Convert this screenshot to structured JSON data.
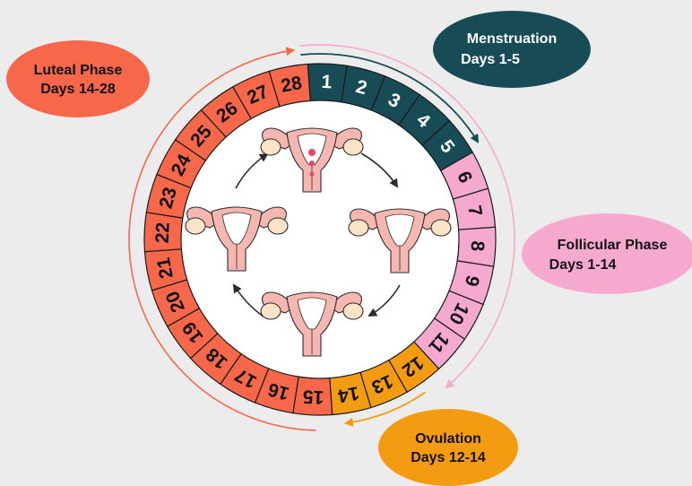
{
  "phases": {
    "menstruation": {
      "title": "Menstruation",
      "days_label": "Days 1-5",
      "color": "#174b56",
      "text_color": "#ffffff",
      "start": 1,
      "end": 5
    },
    "follicular": {
      "title": "Follicular Phase",
      "days_label": "Days 1-14",
      "color": "#f6a9cf",
      "text_color": "#111111",
      "start": 6,
      "end": 11
    },
    "ovulation": {
      "title": "Ovulation",
      "days_label": "Days 12-14",
      "color": "#f39c12",
      "text_color": "#111111",
      "start": 12,
      "end": 14
    },
    "luteal": {
      "title": "Luteal Phase",
      "days_label": "Days 14-28",
      "color": "#f7674a",
      "text_color": "#111111",
      "start": 15,
      "end": 28
    }
  },
  "days": [
    "1",
    "2",
    "3",
    "4",
    "5",
    "6",
    "7",
    "8",
    "9",
    "10",
    "11",
    "12",
    "13",
    "14",
    "15",
    "16",
    "17",
    "18",
    "19",
    "20",
    "21",
    "22",
    "23",
    "24",
    "25",
    "26",
    "27",
    "28"
  ],
  "illustrations": [
    {
      "name": "uterus-illustration-menstruation",
      "phase": "menstruation",
      "shows_bleeding": true
    },
    {
      "name": "uterus-illustration-follicular",
      "phase": "follicular",
      "shows_bleeding": false
    },
    {
      "name": "uterus-illustration-ovulation",
      "phase": "ovulation",
      "shows_bleeding": false
    },
    {
      "name": "uterus-illustration-luteal",
      "phase": "luteal",
      "shows_bleeding": false
    }
  ],
  "colors": {
    "background": "#ececec",
    "uterus_fill": "#f6b7b0",
    "uterus_stroke": "#2b2b2b",
    "ovary_fill": "#fde3c6",
    "blood": "#e8476a",
    "cycle_arrow": "#2b2b2b"
  }
}
